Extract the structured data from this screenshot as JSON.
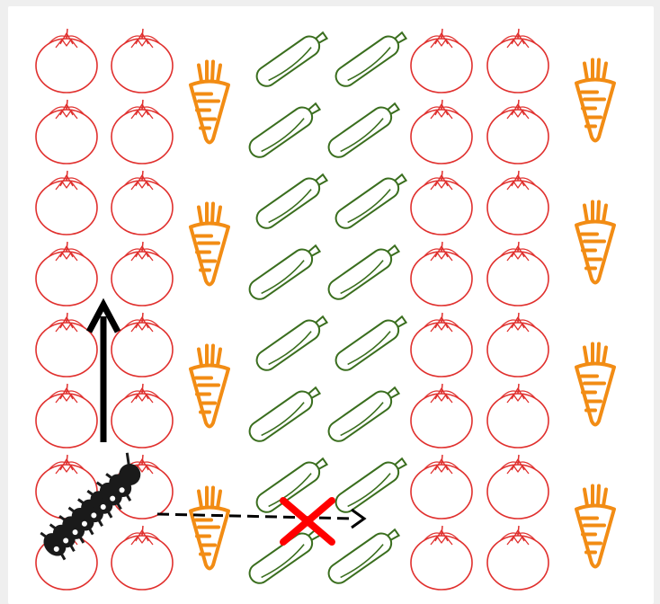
{
  "scene": {
    "colors": {
      "background": "#ffffff",
      "page_border": "#efefef",
      "tomato": "#e0302e",
      "carrot": "#f28c14",
      "zucchini": "#3a6e1e",
      "caterpillar": "#1a1a1a",
      "arrow": "#000000",
      "blocked_mark": "#ff0000"
    },
    "grid": {
      "rows": 8,
      "columns": [
        "tomato",
        "tomato",
        "carrot",
        "zucchini",
        "zucchini",
        "tomato",
        "tomato",
        "carrot"
      ]
    },
    "caterpillar": {
      "icon": "caterpillar-icon",
      "row": 7,
      "column": 0
    },
    "moves": [
      {
        "direction": "up",
        "style": "solid",
        "allowed": true,
        "icon": "arrow-up-icon"
      },
      {
        "direction": "right",
        "style": "dashed",
        "allowed": false,
        "icon": "arrow-right-dashed-icon",
        "blocked_icon": "red-x-icon"
      }
    ]
  }
}
